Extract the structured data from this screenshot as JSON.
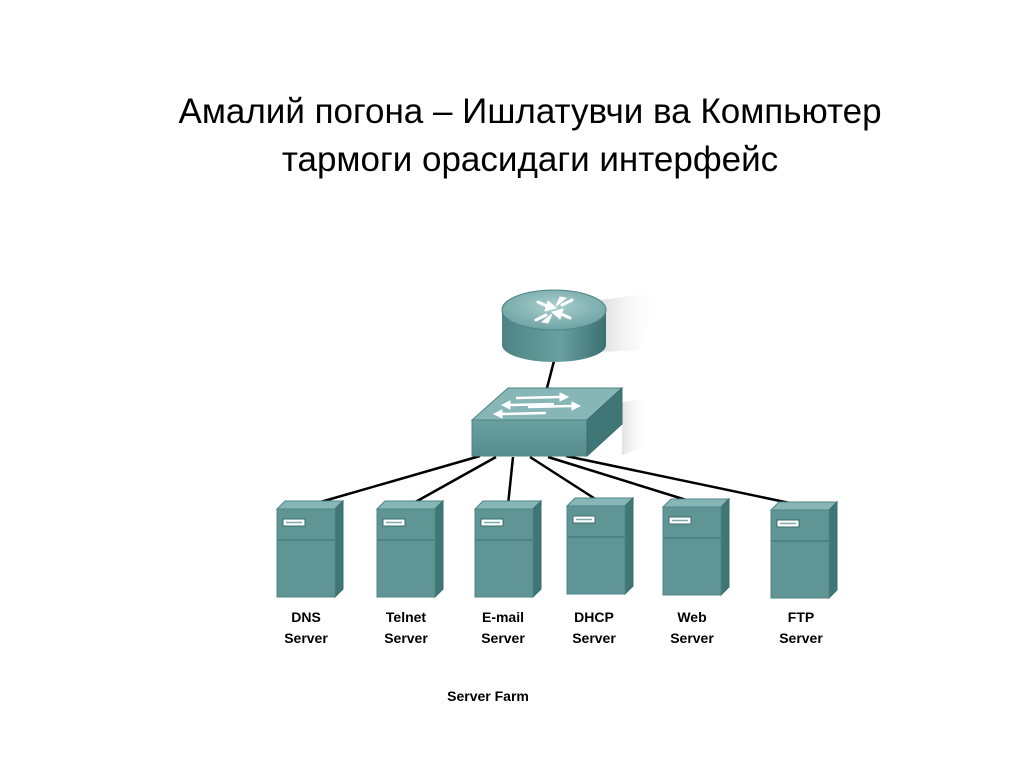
{
  "slide": {
    "title_line1": "Амалий погона –  Ишлатувчи ва Компьютер",
    "title_line2": "тармоги орасидаги интерфейс"
  },
  "diagram": {
    "caption": "Server Farm",
    "colors": {
      "device_face": "#5f9595",
      "device_top": "#86b6b6",
      "device_side": "#3f7676",
      "cable": "#000000",
      "arrow": "#ffffff"
    },
    "nodes": [
      {
        "id": "router",
        "type": "router",
        "icon": "router-icon"
      },
      {
        "id": "switch",
        "type": "switch",
        "icon": "switch-icon"
      }
    ],
    "servers": [
      {
        "id": "dns",
        "line1": "DNS",
        "line2": "Server"
      },
      {
        "id": "telnet",
        "line1": "Telnet",
        "line2": "Server"
      },
      {
        "id": "email",
        "line1": "E-mail",
        "line2": "Server"
      },
      {
        "id": "dhcp",
        "line1": "DHCP",
        "line2": "Server"
      },
      {
        "id": "web",
        "line1": "Web",
        "line2": "Server"
      },
      {
        "id": "ftp",
        "line1": "FTP",
        "line2": "Server"
      }
    ],
    "links": [
      [
        "router",
        "switch"
      ],
      [
        "switch",
        "dns"
      ],
      [
        "switch",
        "telnet"
      ],
      [
        "switch",
        "email"
      ],
      [
        "switch",
        "dhcp"
      ],
      [
        "switch",
        "web"
      ],
      [
        "switch",
        "ftp"
      ]
    ]
  }
}
